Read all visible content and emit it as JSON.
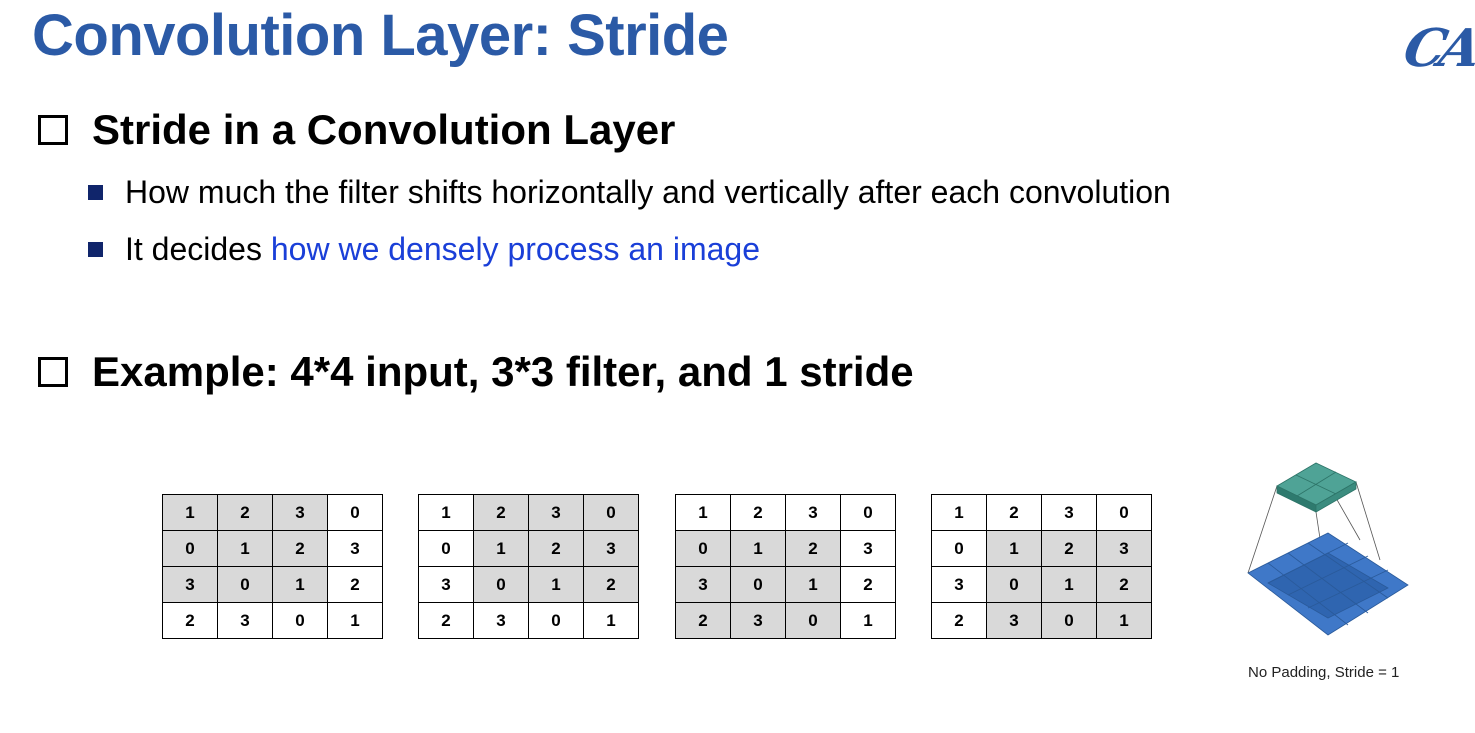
{
  "slide": {
    "title": "Convolution Layer: Stride",
    "logo_text": "CA",
    "section1": {
      "heading": "Stride in a Convolution Layer",
      "bullets": [
        {
          "text": "How much the filter shifts horizontally and vertically after each convolution",
          "highlight": ""
        },
        {
          "text": "It decides ",
          "highlight": "how we densely process an image"
        }
      ]
    },
    "section2": {
      "heading": "Example: 4*4 input, 3*3 filter, and 1 stride"
    },
    "grid_values": [
      [
        "1",
        "2",
        "3",
        "0"
      ],
      [
        "0",
        "1",
        "2",
        "3"
      ],
      [
        "3",
        "0",
        "1",
        "2"
      ],
      [
        "2",
        "3",
        "0",
        "1"
      ]
    ],
    "caption": "No Padding, Stride = 1"
  },
  "colors": {
    "title": "#2b5aa6",
    "highlight": "#1a3fd8",
    "bullet": "#10256b",
    "filter_shade": "#d9d9d9",
    "input_blue": "#3f78c8",
    "output_teal": "#4fa396"
  }
}
